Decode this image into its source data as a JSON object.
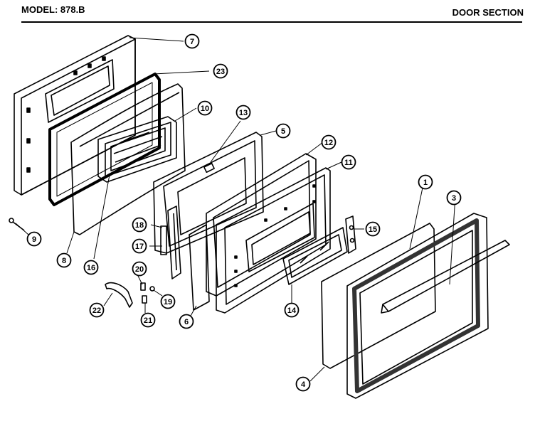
{
  "header": {
    "model_label": "MODEL: 878.B",
    "section_title": "DOOR SECTION"
  },
  "callouts": [
    "7",
    "23",
    "10",
    "13",
    "5",
    "12",
    "11",
    "1",
    "3",
    "9",
    "8",
    "16",
    "18",
    "17",
    "20",
    "19",
    "21",
    "22",
    "6",
    "15",
    "14",
    "4"
  ]
}
